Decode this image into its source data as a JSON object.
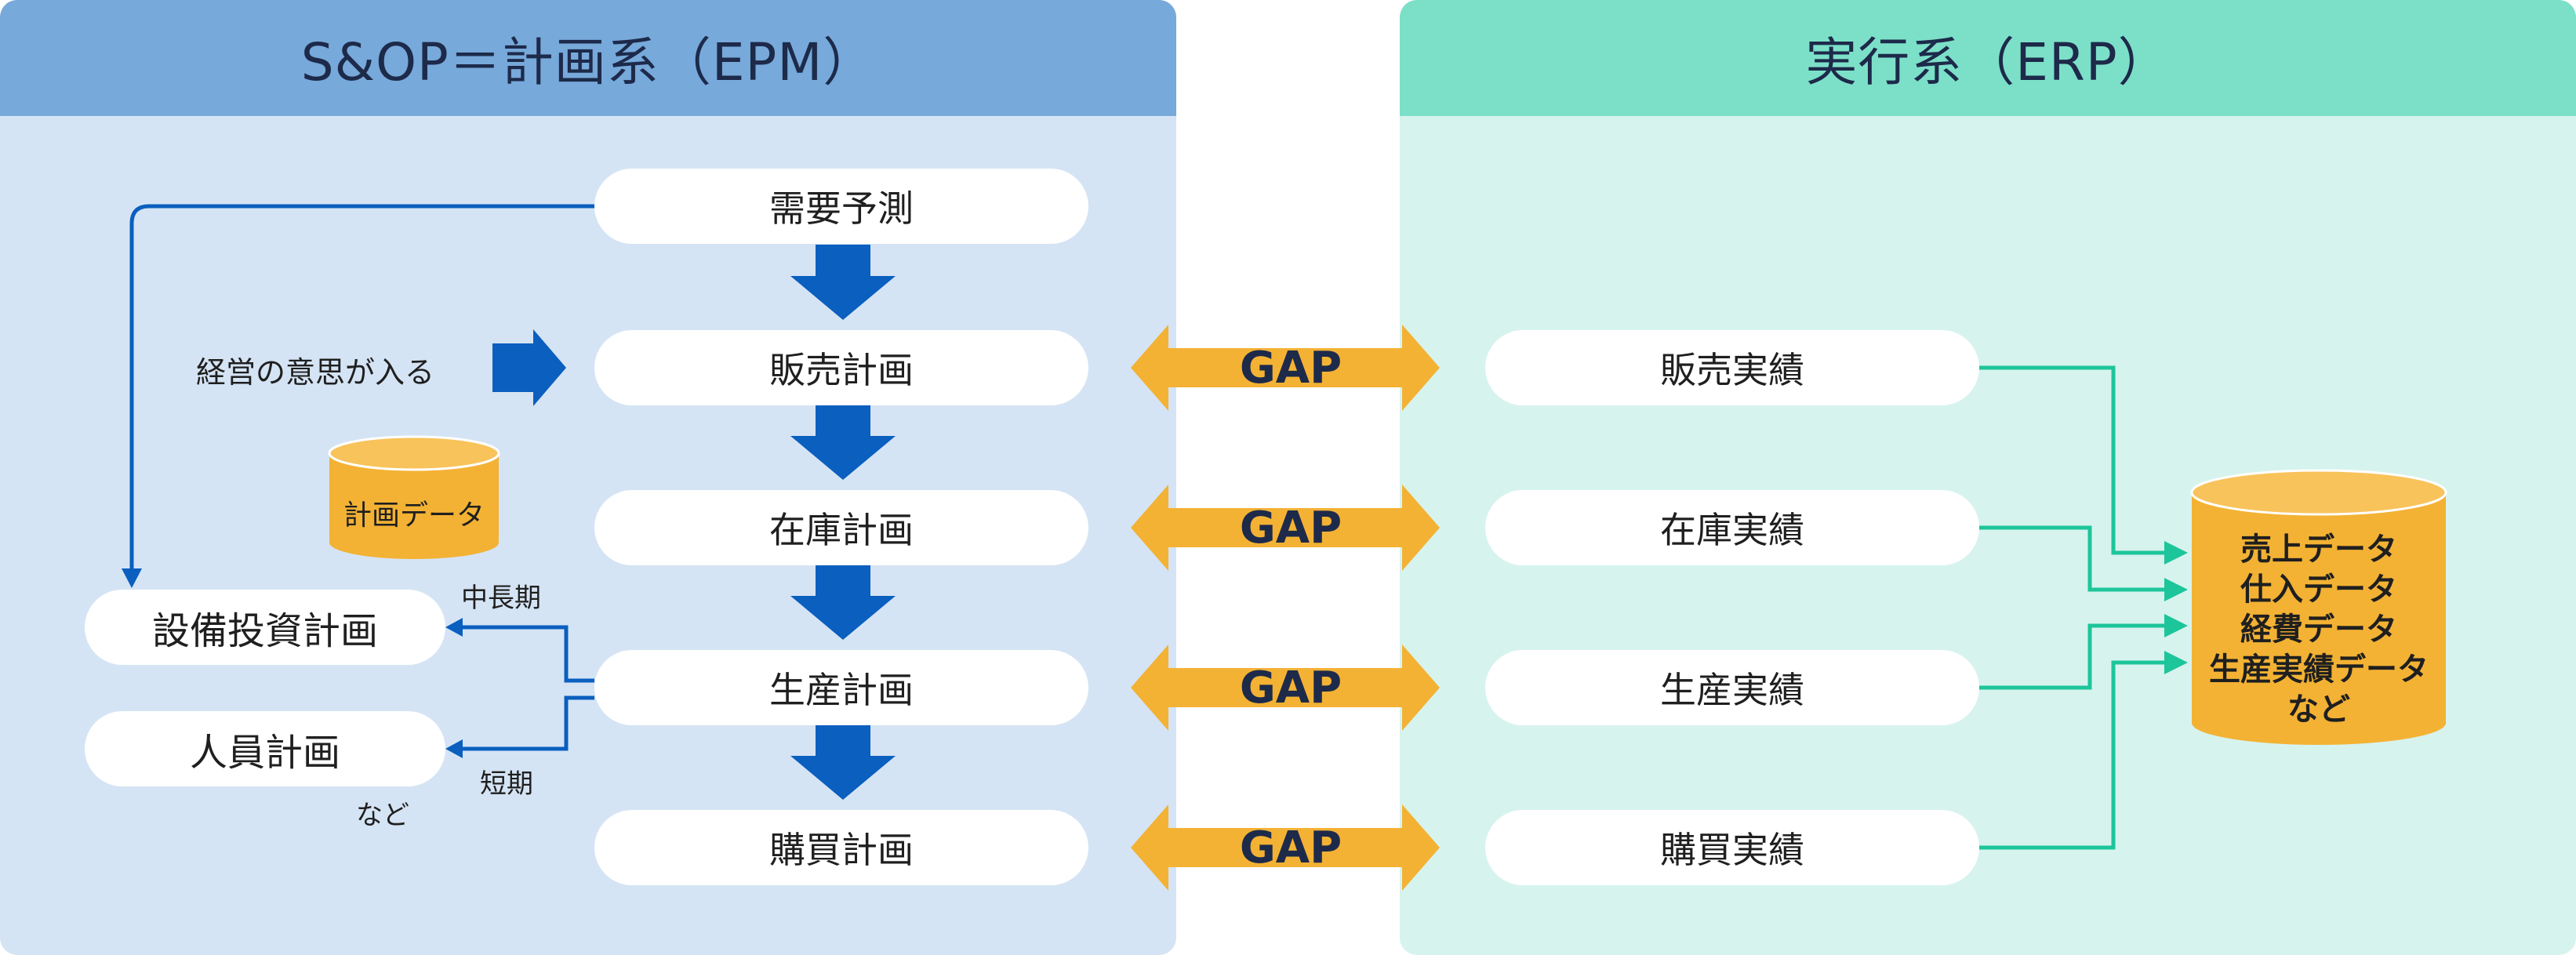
{
  "colors": {
    "plan_panel_bg": "#d5e4f4",
    "plan_panel_head": "#77a9da",
    "exec_panel_bg": "#d7f3ee",
    "exec_panel_head": "#7ce0c8",
    "blue_arrow": "#0a5fbf",
    "gap_arrow": "#f3b234",
    "green_line": "#1dc59a",
    "db_fill": "#f3b234"
  },
  "plan_panel": {
    "title": "S&OP＝計画系（EPM）",
    "flow": [
      "需要予測",
      "販売計画",
      "在庫計画",
      "生産計画",
      "購買計画"
    ],
    "management_input": "経営の意思が入る",
    "plan_data_db": "計画データ",
    "capex_plan": "設備投資計画",
    "staff_plan": "人員計画",
    "etc": "など",
    "mid_long_term": "中長期",
    "short_term": "短期"
  },
  "gap_label": "GAP",
  "gaps": [
    "GAP",
    "GAP",
    "GAP",
    "GAP"
  ],
  "exec_panel": {
    "title": "実行系（ERP）",
    "results": [
      "販売実績",
      "在庫実績",
      "生産実績",
      "購買実績"
    ],
    "db_lines": [
      "売上データ",
      "仕入データ",
      "経費データ",
      "生産実績データ",
      "など"
    ]
  }
}
